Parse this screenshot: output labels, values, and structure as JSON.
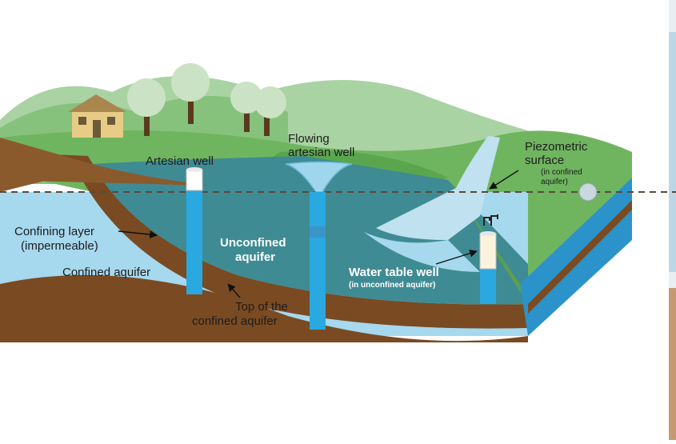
{
  "labels": {
    "artesian_well": "Artesian well",
    "flowing_artesian_well": [
      "Flowing",
      "artesian well"
    ],
    "piezometric_surface": [
      "Piezometric",
      "surface"
    ],
    "piezometric_note": [
      "(in confined",
      "aquifer)"
    ],
    "confining_layer": [
      "Confining layer",
      "(impermeable)"
    ],
    "confined_aquifer": "Confined aquifer",
    "unconfined_aquifer": [
      "Unconfined",
      "aquifer"
    ],
    "water_table_well": "Water table well",
    "water_table_note": "(in unconfined aquifer)",
    "top_confined": [
      "Top of the",
      "confined aquifer"
    ]
  },
  "colors": {
    "grass": "#6fb55f",
    "hills": "#8fc68a",
    "soil": "#7a4a22",
    "confined_water": "#a6d8ee",
    "unconfined_water": "#3f8b93",
    "well_blue": "#2aa8e0",
    "sky_edge": "#2b93c9"
  }
}
